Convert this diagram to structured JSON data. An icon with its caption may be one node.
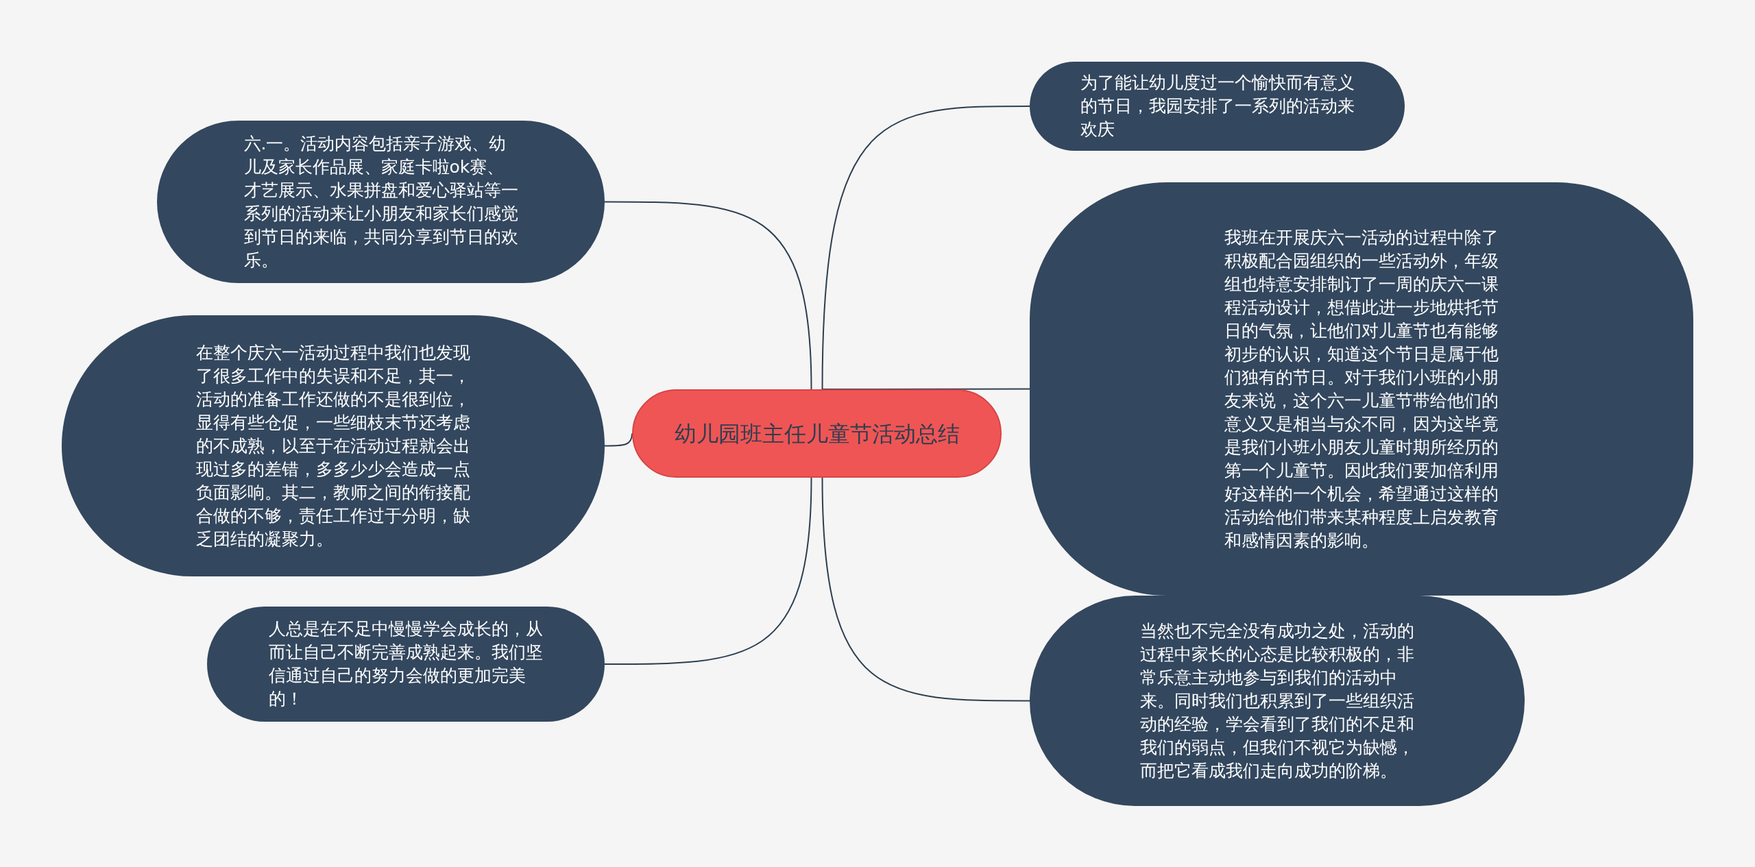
{
  "diagram": {
    "nodes": [
      {
        "text": [
          "幼儿园班主任儿童节活动总结"
        ]
      },
      {
        "text": [
          "六.一。活动内容包括亲子游戏、幼儿及家长作品展、家庭卡啦ok赛、才艺展示、水果拼盘和爱心驿站等一系列的活动来让小朋友和家长们感觉到节日的来临，共同分享到节日的欢乐。"
        ]
      },
      {
        "text": [
          "在整个庆六一活动过程中我们也发现了很多工作中的失误和不足，其一，活动的准备工作还做的不是很到位，显得有些仓促，一些细枝末节还考虑的不成熟，以至于在活动过程就会出现过多的差错，多多少少会造成一点负面影响。其二，教师之间的衔接配合做的不够，责任工作过于分明，缺乏团结的凝聚力。"
        ]
      },
      {
        "text": [
          "人总是在不足中慢慢学会成长的，从而让自己不断完善成熟起来。我们坚信通过自己的努力会做的更加完美的！"
        ]
      },
      {
        "text": [
          "为了能让幼儿度过一个愉快而有意义的节日，我园安排了一系列的活动来欢庆"
        ]
      },
      {
        "text": [
          "我班在开展庆六一活动的过程中除了积极配合园组织的一些活动外，年级组也特意安排制订了一周的庆六一课程活动设计，想借此进一步地烘托节日的气氛，让他们对儿童节也有能够初步的认识，知道这个节日是属于他们独有的节日。对于我们小班的小朋友来说，这个六一儿童节带给他们的意义又是相当与众不同，因为这毕竟是我们小班小朋友儿童时期所经历的第一个儿童节。因此我们要加倍利用好这样的一个机会，希望通过这样的活动给他们带来某种程度上启发教育和感情因素的影响。"
        ]
      },
      {
        "text": [
          "当然也不完全没有成功之处，活动的过程中家长的心态是比较积极的，非常乐意主动地参与到我们的活动中来。同时我们也积累到了一些组织活动的经验，学会看到了我们的不足和我们的弱点，但我们不视它为缺憾，而把它看成我们走向成功的阶梯。"
        ]
      }
    ],
    "edges": [
      {
        "from": 0,
        "to": 1,
        "arrow": "none"
      },
      {
        "from": 0,
        "to": 2,
        "arrow": "none"
      },
      {
        "from": 0,
        "to": 3,
        "arrow": "none"
      },
      {
        "from": 0,
        "to": 4,
        "arrow": "none"
      },
      {
        "from": 0,
        "to": 5,
        "arrow": "none"
      },
      {
        "from": 0,
        "to": 6,
        "arrow": "none"
      }
    ]
  }
}
